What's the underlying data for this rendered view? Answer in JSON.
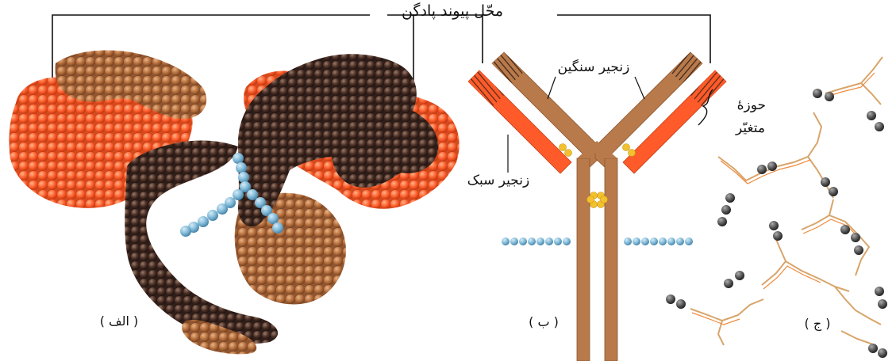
{
  "labels": {
    "antigen_binding_site": "محّل پیوند پادگن",
    "heavy_chain": "زنجیر سنگین",
    "variable_domain_line1": "حوزهٔ",
    "variable_domain_line2": "متغیّر",
    "light_chain": "زنجیر سبک",
    "panel_a": "( الف )",
    "panel_b": "( ب )",
    "panel_c": "( ج )"
  },
  "colors": {
    "heavy_chain_light_brown": "#b87a4a",
    "heavy_chain_dark_brown": "#4a2f26",
    "light_chain_orange": "#ff5a2a",
    "variable_tip_dark": "#4d2a1a",
    "disulfide_yellow": "#f2c12e",
    "carbohydrate_blue": "#7fb8d6",
    "ball_gray": "#555555",
    "stick_tan": "#d8a56b"
  }
}
